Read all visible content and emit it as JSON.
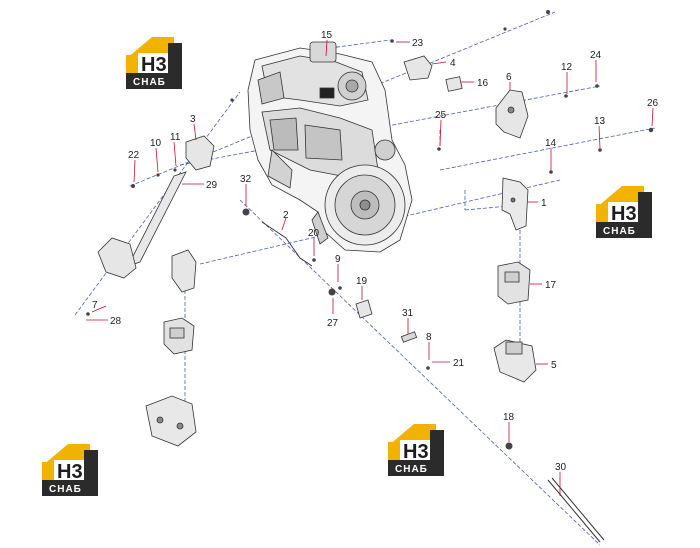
{
  "logo": {
    "brand": "H3",
    "sub": "СНАБ",
    "color_yellow": "#f2b200",
    "color_dark": "#2b2b2b"
  },
  "callouts": [
    "1",
    "2",
    "3",
    "4",
    "5",
    "6",
    "7",
    "8",
    "9",
    "10",
    "11",
    "12",
    "13",
    "14",
    "15",
    "16",
    "17",
    "18",
    "19",
    "20",
    "21",
    "22",
    "23",
    "24",
    "25",
    "26",
    "27",
    "28",
    "29",
    "30",
    "31",
    "32"
  ],
  "colors": {
    "leader_red": "#c8102e",
    "axis_blue": "#4a5fb4",
    "line_gray": "#555555"
  }
}
